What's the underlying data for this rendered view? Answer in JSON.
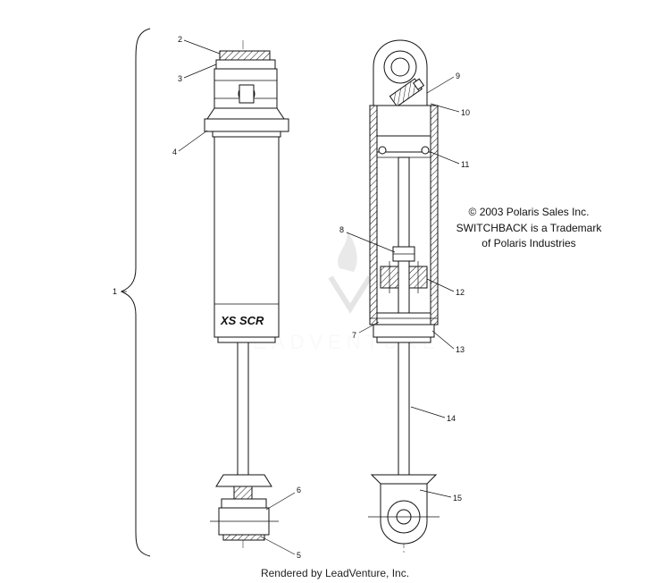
{
  "callouts": [
    "1",
    "2",
    "3",
    "4",
    "5",
    "6",
    "7",
    "8",
    "9",
    "10",
    "11",
    "12",
    "13",
    "14",
    "15"
  ],
  "copyright_lines": [
    "© 2003 Polaris Sales Inc.",
    "SWITCHBACK is a Trademark",
    "of Polaris Industries"
  ],
  "decal_text": "XS SCR",
  "watermark_text": "LEADVENTURE",
  "footer_text": "Rendered by LeadVenture, Inc."
}
